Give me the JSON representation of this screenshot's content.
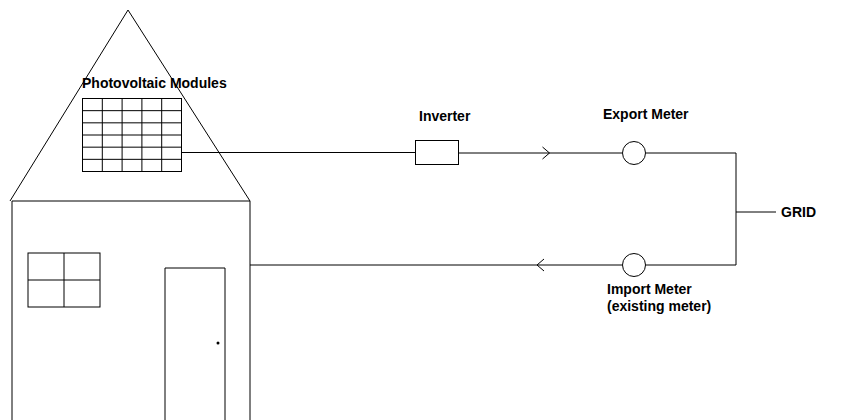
{
  "diagram": {
    "nodes": [
      {
        "text": [
          "Photovoltaic Modules"
        ]
      },
      {
        "text": [
          "Inverter"
        ]
      },
      {
        "text": [
          "Export Meter"
        ]
      },
      {
        "text": [
          "Import Meter (existing meter)"
        ]
      }
    ],
    "edges": [
      {
        "from": 0,
        "to": 1,
        "arrow": "none"
      },
      {
        "from": 1,
        "to": 2,
        "arrow": "to"
      }
    ],
    "labels": [
      "GRID"
    ]
  }
}
